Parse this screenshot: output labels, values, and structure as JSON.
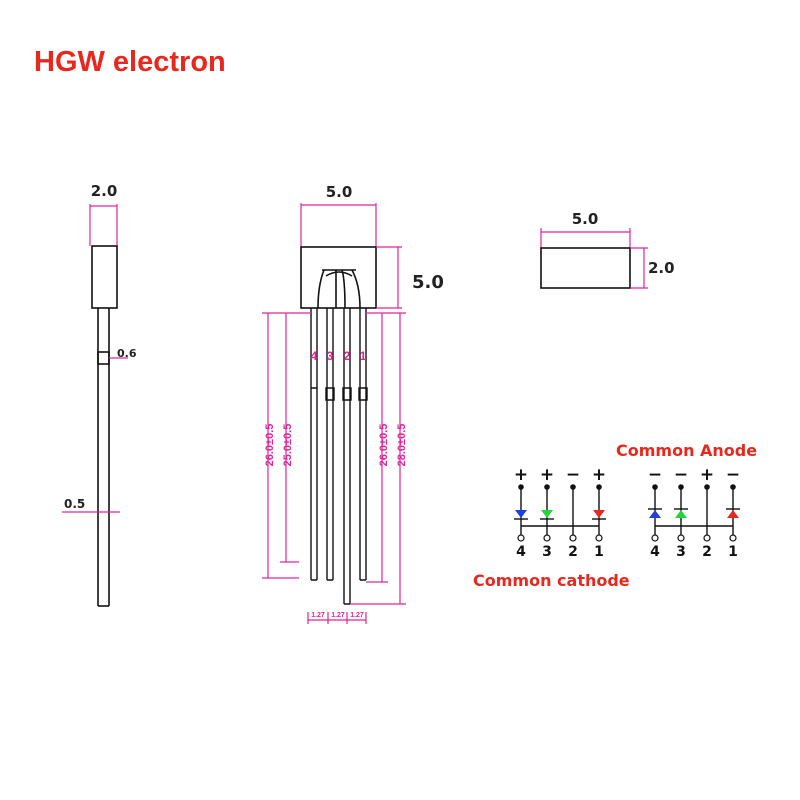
{
  "title": "HGW electron",
  "side_view": {
    "width_label": "2.0",
    "neck_label": "0.6",
    "lead_label": "0.5"
  },
  "front_view": {
    "width_label": "5.0",
    "height_label": "5.0",
    "pin_numbers": [
      "4",
      "3",
      "2",
      "1"
    ],
    "left_lengths": [
      "26.0±0.5",
      "25.0±0.5"
    ],
    "right_lengths": [
      "26.0±0.5",
      "28.0±0.5"
    ],
    "pitches": [
      "1.27",
      "1.27",
      "1.27"
    ]
  },
  "top_view": {
    "width_label": "5.0",
    "height_label": "2.0"
  },
  "common_cathode": {
    "label": "Common cathode",
    "polarity": [
      "+",
      "+",
      "−",
      "+"
    ],
    "pins": [
      "4",
      "3",
      "2",
      "1"
    ],
    "led_colors": [
      "#1f3fe0",
      "#22d63a",
      null,
      "#e8281f"
    ]
  },
  "common_anode": {
    "label": "Common Anode",
    "polarity": [
      "−",
      "−",
      "+",
      "−"
    ],
    "pins": [
      "4",
      "3",
      "2",
      "1"
    ],
    "led_colors": [
      "#1f3fe0",
      "#22d63a",
      null,
      "#e8281f"
    ]
  }
}
